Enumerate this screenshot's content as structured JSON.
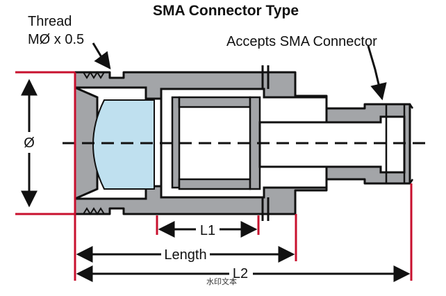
{
  "diagram": {
    "title": "SMA Connector Type",
    "labels": {
      "thread_line1": "Thread",
      "thread_line2": "MØ x 0.5",
      "accepts": "Accepts SMA Connector",
      "diameter": "Ø",
      "l1": "L1",
      "length": "Length",
      "l2": "L2"
    },
    "watermark": "水印文本",
    "colors": {
      "body": "#a3a5a8",
      "body_dark": "#8e9093",
      "outline": "#111111",
      "lens": "#bfe0ef",
      "dimension": "#c8102e",
      "background": "#ffffff"
    }
  }
}
